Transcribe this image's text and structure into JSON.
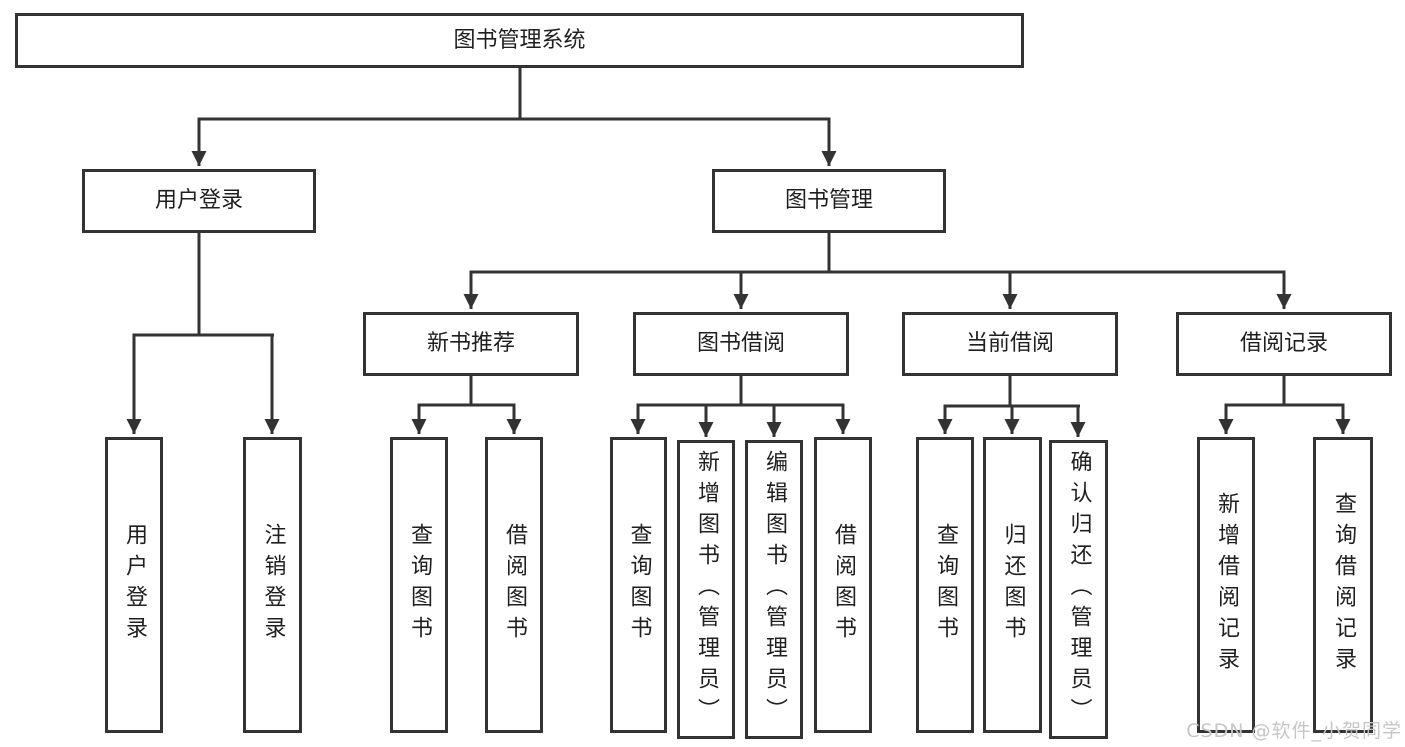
{
  "tree": {
    "label": "图书管理系统",
    "children": [
      {
        "label": "用户登录",
        "children": [
          {
            "label": "用户登录"
          },
          {
            "label": "注销登录"
          }
        ]
      },
      {
        "label": "图书管理",
        "children": [
          {
            "label": "新书推荐",
            "children": [
              {
                "label": "查询图书"
              },
              {
                "label": "借阅图书"
              }
            ]
          },
          {
            "label": "图书借阅",
            "children": [
              {
                "label": "查询图书"
              },
              {
                "label": "新增图书（管理员）"
              },
              {
                "label": "编辑图书（管理员）"
              },
              {
                "label": "借阅图书"
              }
            ]
          },
          {
            "label": "当前借阅",
            "children": [
              {
                "label": "查询图书"
              },
              {
                "label": "归还图书"
              },
              {
                "label": "确认归还（管理员）"
              }
            ]
          },
          {
            "label": "借阅记录",
            "children": [
              {
                "label": "新增借阅记录"
              },
              {
                "label": "查询借阅记录"
              }
            ]
          }
        ]
      }
    ]
  },
  "colors": {
    "line": "#333333",
    "text": "#1f1f1f",
    "watermark": "#c6c6c6",
    "background": "#ffffff"
  },
  "watermark": {
    "text": "CSDN @软件_小贺同学"
  }
}
